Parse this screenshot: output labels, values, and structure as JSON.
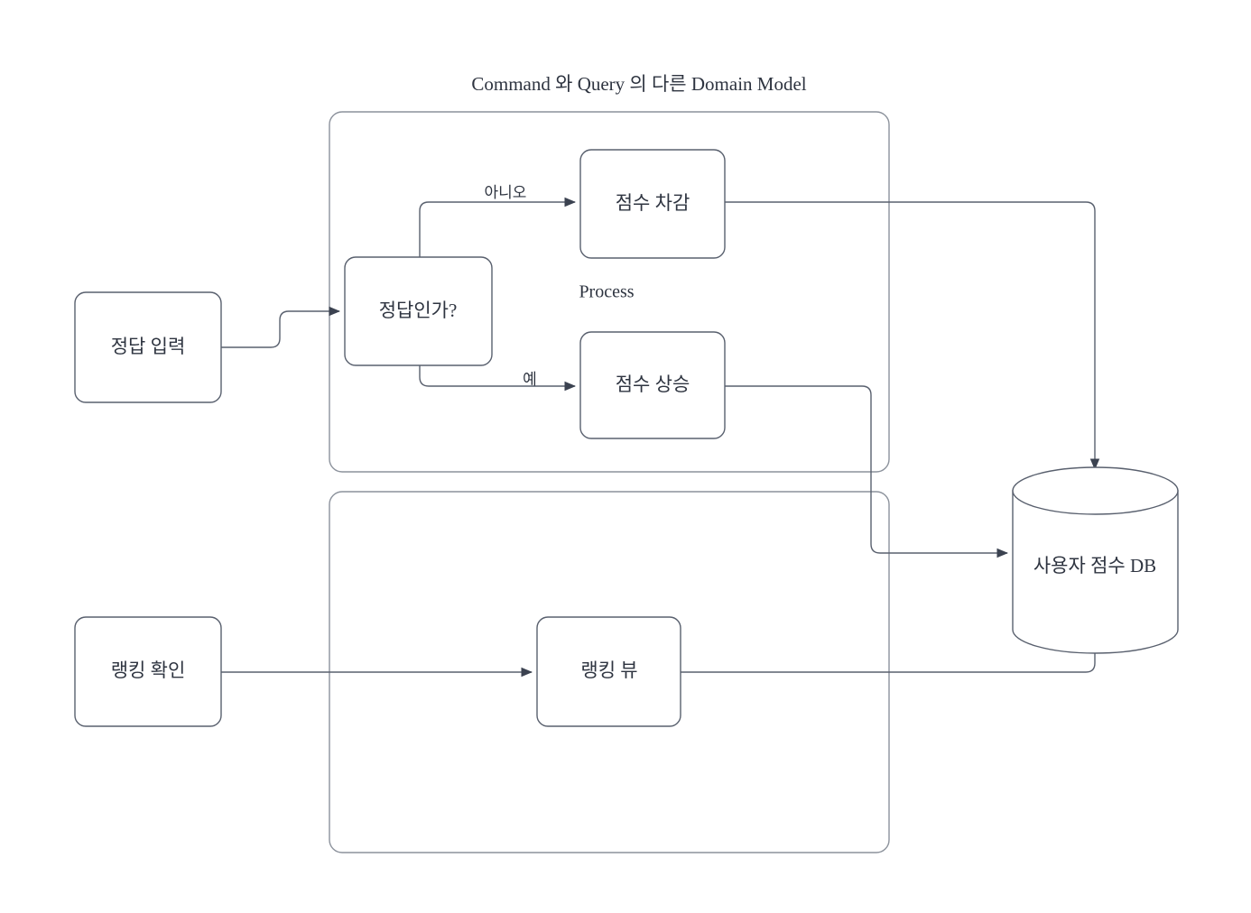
{
  "diagram": {
    "title": "Command 와 Query 의 다른  Domain Model",
    "groups": [
      {
        "id": "command-group",
        "label": ""
      },
      {
        "id": "query-group",
        "label": ""
      }
    ],
    "group_labels": {
      "process": "Process"
    },
    "nodes": [
      {
        "id": "answer-input",
        "label": "정답 입력",
        "shape": "rounded-rect"
      },
      {
        "id": "is-correct",
        "label": "정답인가?",
        "shape": "rounded-rect"
      },
      {
        "id": "score-decrease",
        "label": "점수 차감",
        "shape": "rounded-rect"
      },
      {
        "id": "score-increase",
        "label": "점수 상승",
        "shape": "rounded-rect"
      },
      {
        "id": "ranking-check",
        "label": "랭킹 확인",
        "shape": "rounded-rect"
      },
      {
        "id": "ranking-view",
        "label": "랭킹 뷰",
        "shape": "rounded-rect"
      },
      {
        "id": "user-score-db",
        "label": "사용자 점수 DB",
        "shape": "cylinder"
      }
    ],
    "edges": [
      {
        "id": "e1",
        "from": "answer-input",
        "to": "is-correct",
        "label": ""
      },
      {
        "id": "e2",
        "from": "is-correct",
        "to": "score-decrease",
        "label": "아니오"
      },
      {
        "id": "e3",
        "from": "is-correct",
        "to": "score-increase",
        "label": "예"
      },
      {
        "id": "e4",
        "from": "score-decrease",
        "to": "user-score-db",
        "label": ""
      },
      {
        "id": "e5",
        "from": "score-increase",
        "to": "user-score-db",
        "label": ""
      },
      {
        "id": "e6",
        "from": "ranking-check",
        "to": "ranking-view",
        "label": ""
      },
      {
        "id": "e7",
        "from": "ranking-view",
        "to": "user-score-db",
        "label": ""
      }
    ],
    "colors": {
      "node_stroke": "#59606e",
      "container_stroke": "#8c929c",
      "edge_stroke": "#59606e",
      "text": "#2e3440",
      "background": "#ffffff"
    }
  }
}
